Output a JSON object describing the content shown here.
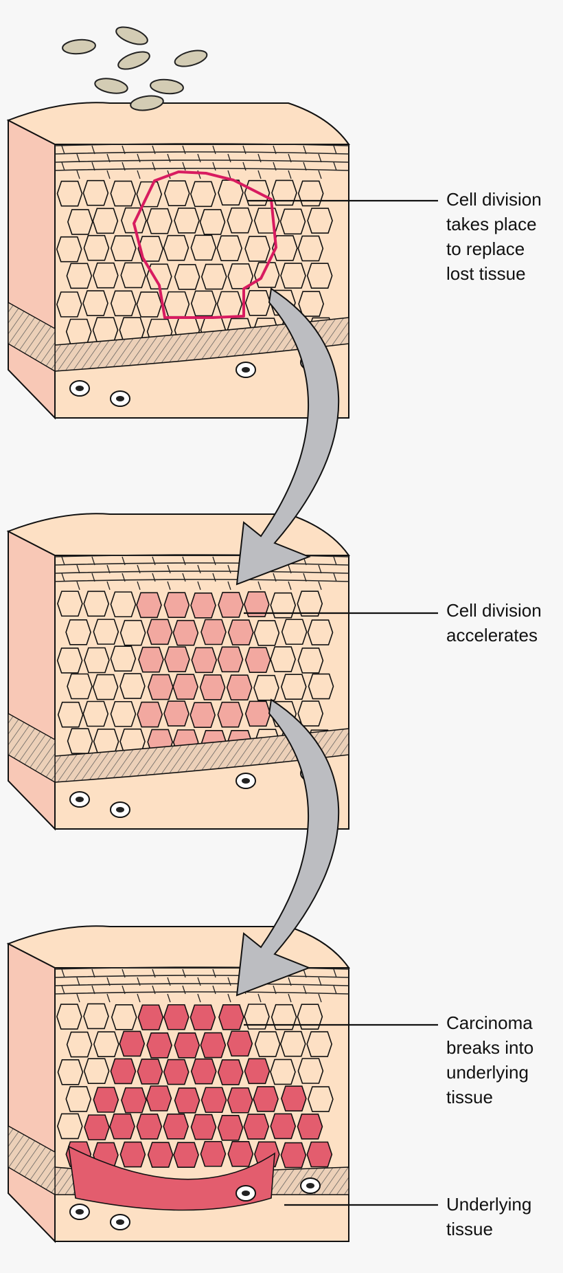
{
  "labels": {
    "stage1": "Cell division\ntakes place\nto replace\nlost tissue",
    "stage2": "Cell division\naccelerates",
    "stage3": "Carcinoma\nbreaks into\nunderlying\ntissue",
    "underlying": "Underlying\ntissue"
  },
  "colors": {
    "background": "#f7f7f7",
    "cell_fill": "#fde0c4",
    "side_fill": "#f8c8b6",
    "basement_fill": "#e8c2a8",
    "dermis_fill": "#fde0c4",
    "outline_pink": "#d81b60",
    "abnormal_light": "#f2a8a0",
    "carcinoma": "#e35d6e",
    "arrow_fill": "#bcbdc1",
    "leader_line": "#111111"
  }
}
